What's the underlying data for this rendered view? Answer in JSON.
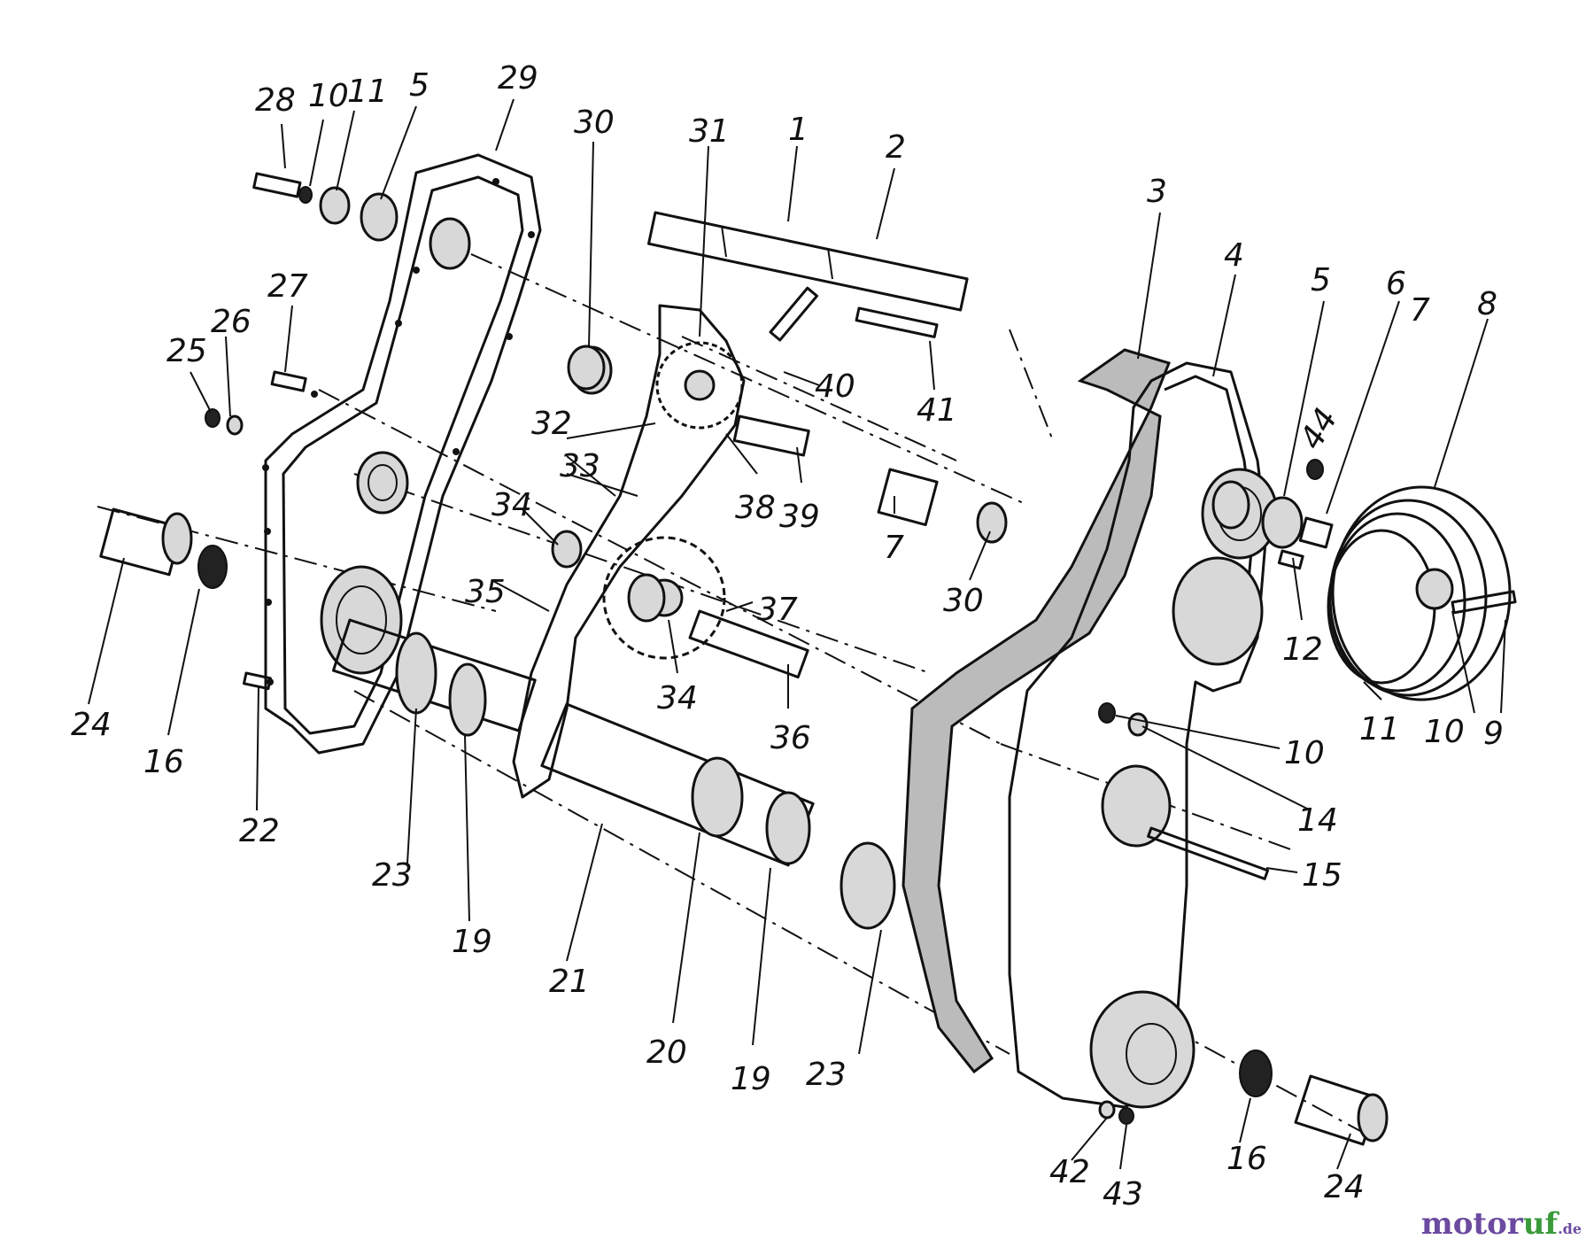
{
  "labels": [
    {
      "id": "l1",
      "text": "1"
    },
    {
      "id": "l2",
      "text": "2"
    },
    {
      "id": "l3",
      "text": "3"
    },
    {
      "id": "l4",
      "text": "4"
    },
    {
      "id": "l5a",
      "text": "5"
    },
    {
      "id": "l5b",
      "text": "5"
    },
    {
      "id": "l6",
      "text": "6"
    },
    {
      "id": "l7a",
      "text": "7"
    },
    {
      "id": "l7b",
      "text": "7"
    },
    {
      "id": "l8",
      "text": "8"
    },
    {
      "id": "l9",
      "text": "9"
    },
    {
      "id": "l10a",
      "text": "10"
    },
    {
      "id": "l10b",
      "text": "10"
    },
    {
      "id": "l10c",
      "text": "10"
    },
    {
      "id": "l11a",
      "text": "11"
    },
    {
      "id": "l11b",
      "text": "11"
    },
    {
      "id": "l12",
      "text": "12"
    },
    {
      "id": "l14",
      "text": "14"
    },
    {
      "id": "l15",
      "text": "15"
    },
    {
      "id": "l16a",
      "text": "16"
    },
    {
      "id": "l16b",
      "text": "16"
    },
    {
      "id": "l19a",
      "text": "19"
    },
    {
      "id": "l19b",
      "text": "19"
    },
    {
      "id": "l20",
      "text": "20"
    },
    {
      "id": "l21",
      "text": "21"
    },
    {
      "id": "l22",
      "text": "22"
    },
    {
      "id": "l23a",
      "text": "23"
    },
    {
      "id": "l23b",
      "text": "23"
    },
    {
      "id": "l24a",
      "text": "24"
    },
    {
      "id": "l24b",
      "text": "24"
    },
    {
      "id": "l25",
      "text": "25"
    },
    {
      "id": "l26",
      "text": "26"
    },
    {
      "id": "l27",
      "text": "27"
    },
    {
      "id": "l28",
      "text": "28"
    },
    {
      "id": "l29",
      "text": "29"
    },
    {
      "id": "l30a",
      "text": "30"
    },
    {
      "id": "l30b",
      "text": "30"
    },
    {
      "id": "l31",
      "text": "31"
    },
    {
      "id": "l32",
      "text": "32"
    },
    {
      "id": "l33",
      "text": "33"
    },
    {
      "id": "l34a",
      "text": "34"
    },
    {
      "id": "l34b",
      "text": "34"
    },
    {
      "id": "l35",
      "text": "35"
    },
    {
      "id": "l36",
      "text": "36"
    },
    {
      "id": "l37",
      "text": "37"
    },
    {
      "id": "l38",
      "text": "38"
    },
    {
      "id": "l39",
      "text": "39"
    },
    {
      "id": "l40",
      "text": "40"
    },
    {
      "id": "l41",
      "text": "41"
    },
    {
      "id": "l42",
      "text": "42"
    },
    {
      "id": "l43",
      "text": "43"
    },
    {
      "id": "l44",
      "text": "44"
    }
  ],
  "watermark": {
    "part1": "motor",
    "part2": "uf",
    "suffix": ".de"
  }
}
